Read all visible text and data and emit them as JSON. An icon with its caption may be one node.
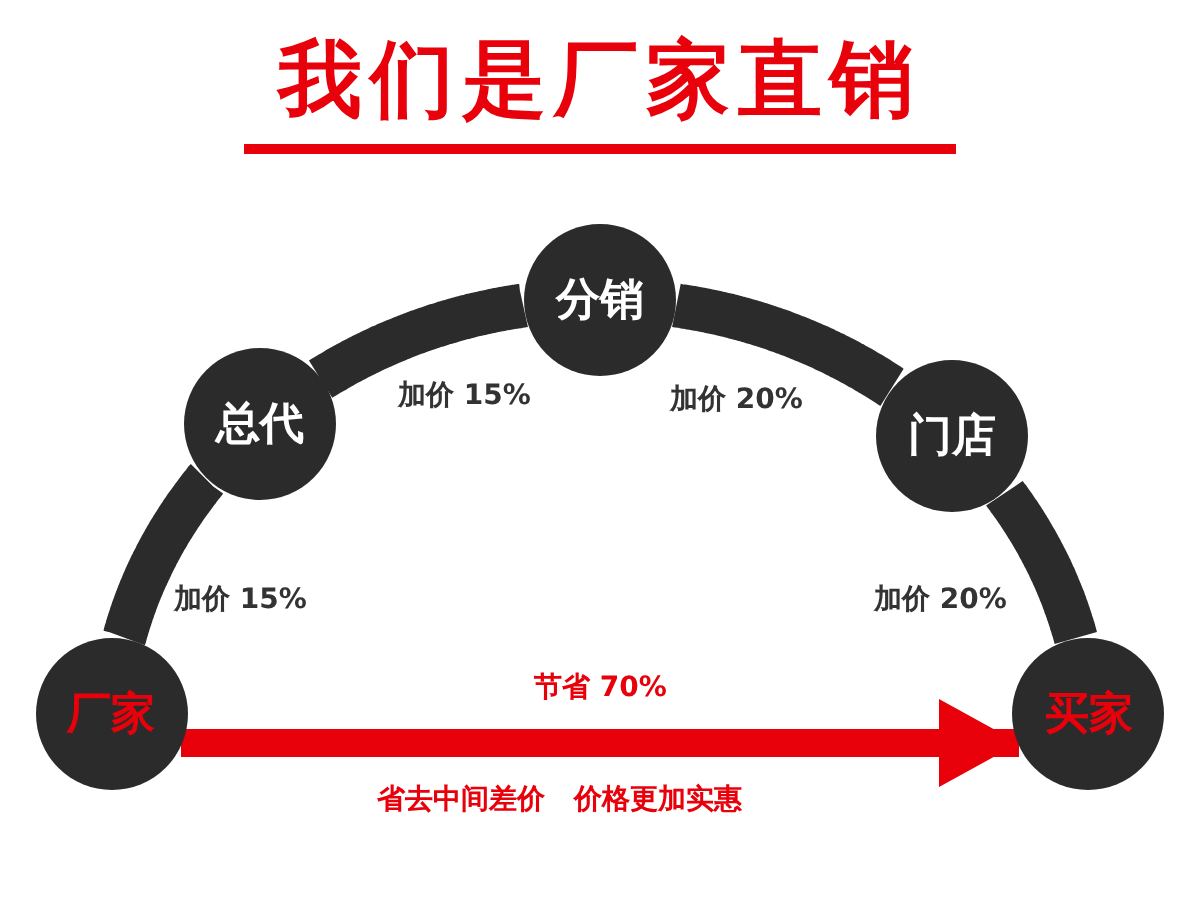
{
  "diagram": {
    "title": "我们是厂家直销",
    "nodes": [
      {
        "text": [
          "厂家"
        ]
      },
      {
        "text": [
          "总代"
        ]
      },
      {
        "text": [
          "分销"
        ]
      },
      {
        "text": [
          "门店"
        ]
      },
      {
        "text": [
          "买家"
        ]
      }
    ],
    "edges": [
      {
        "from": 0,
        "to": 1,
        "arrow": "none",
        "label": "加价 15%"
      },
      {
        "from": 1,
        "to": 2,
        "arrow": "none",
        "label": "加价 15%"
      },
      {
        "from": 2,
        "to": 3,
        "arrow": "none",
        "label": "加价 20%"
      },
      {
        "from": 3,
        "to": 4,
        "arrow": "none",
        "label": "加价 20%"
      },
      {
        "from": 0,
        "to": 4,
        "arrow": "to",
        "label": "节省 70%",
        "color": "#e8000b"
      }
    ],
    "labels": [
      "省去中间差价   价格更加实惠"
    ]
  }
}
